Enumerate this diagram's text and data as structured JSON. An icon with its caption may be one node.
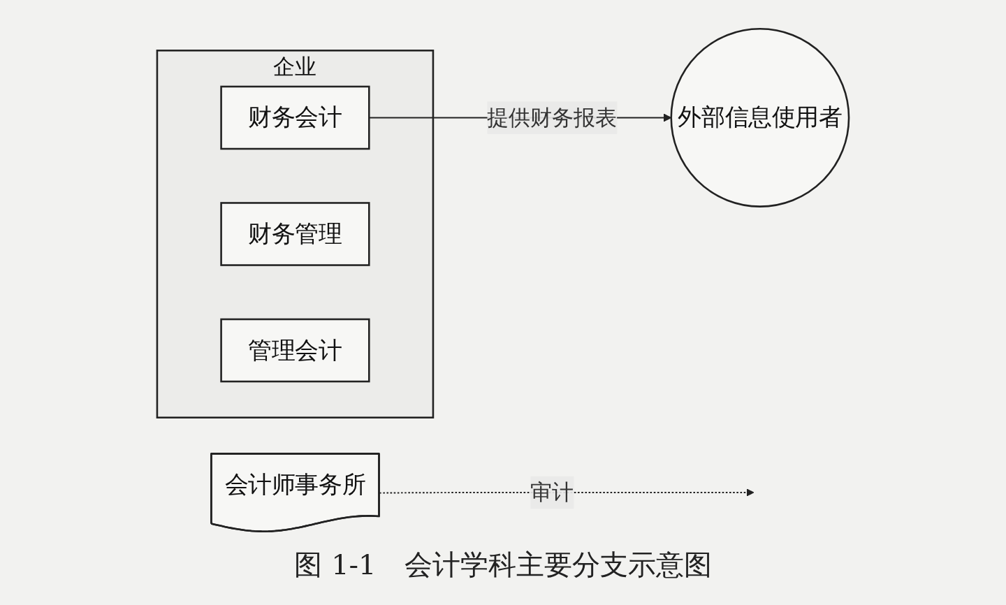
{
  "diagram": {
    "caption": "图 1-1　会计学科主要分支示意图",
    "nodes": [
      {
        "text": [
          "企业"
        ]
      },
      {
        "text": [
          "财务会计"
        ],
        "in": 0
      },
      {
        "text": [
          "财务管理"
        ],
        "in": 0
      },
      {
        "text": [
          "管理会计"
        ],
        "in": 0
      },
      {
        "text": [
          "会计师事务所"
        ]
      },
      {
        "text": [
          "外部信息使用者"
        ]
      }
    ],
    "edges": [
      {
        "from": 1,
        "to": 5,
        "arrow": "to",
        "label": "提供财务报表"
      },
      {
        "from": 4,
        "to": null,
        "arrow": "to",
        "label": "审计",
        "style": "dashed"
      }
    ]
  }
}
